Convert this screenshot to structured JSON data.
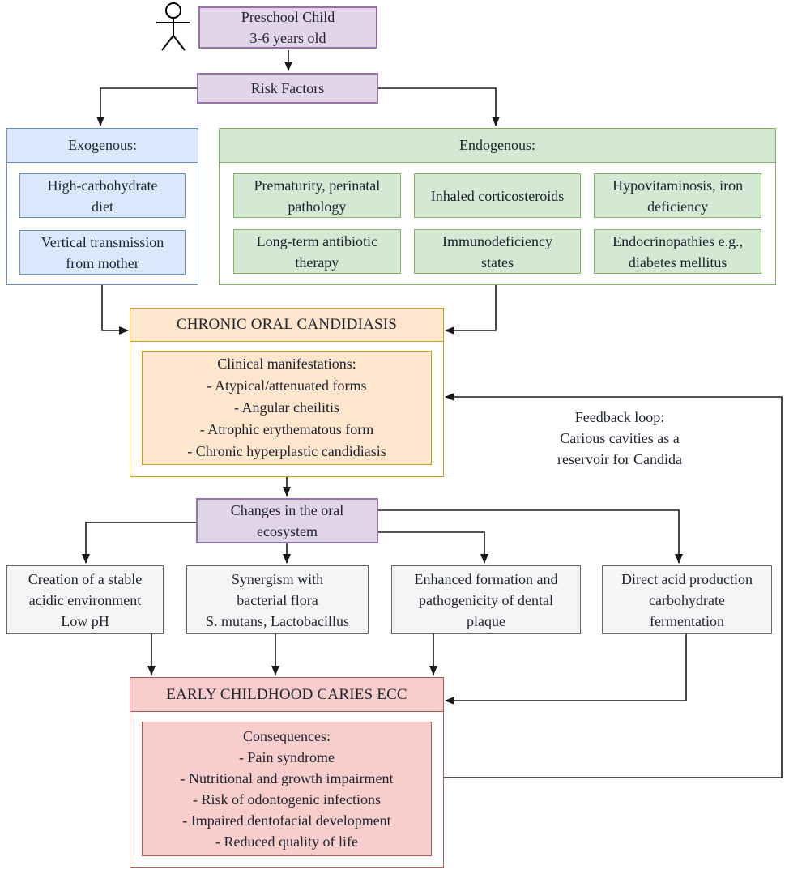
{
  "top": {
    "child_label": "Preschool Child\n3-6 years old",
    "risk_label": "Risk Factors"
  },
  "exogenous": {
    "title": "Exogenous:",
    "items": [
      "High-carbohydrate\ndiet",
      "Vertical transmission\nfrom mother"
    ]
  },
  "endogenous": {
    "title": "Endogenous:",
    "items": [
      "Prematurity, perinatal\npathology",
      "Inhaled corticosteroids",
      "Hypovitaminosis, iron\ndeficiency",
      "Long-term antibiotic\ntherapy",
      "Immunodeficiency\nstates",
      "Endocrinopathies e.g.,\ndiabetes mellitus"
    ]
  },
  "candidiasis": {
    "title": "CHRONIC ORAL CANDIDIASIS",
    "details": "Clinical manifestations:\n- Atypical/attenuated forms\n- Angular cheilitis\n- Atrophic erythematous form\n- Chronic hyperplastic candidiasis"
  },
  "feedback": {
    "label": "Feedback loop:\nCarious cavities as a\nreservoir for Candida"
  },
  "ecosystem": {
    "label": "Changes in the oral\necosystem"
  },
  "mechanisms": [
    "Creation of a stable\nacidic environment\nLow pH",
    "Synergism with\nbacterial flora\nS. mutans, Lactobacillus",
    "Enhanced formation and\npathogenicity of dental\nplaque",
    "Direct acid production\ncarbohydrate\nfermentation"
  ],
  "ecc": {
    "title": "EARLY CHILDHOOD CARIES ECC",
    "details": "Consequences:\n- Pain syndrome\n- Nutritional and growth impairment\n- Risk of odontogenic infections\n- Impaired dentofacial development\n- Reduced quality of life"
  },
  "colors": {
    "purple_fill": "#e1d5e7",
    "purple_border": "#9673a6",
    "blue_fill": "#dae8fc",
    "blue_border": "#6c8ebf",
    "green_fill": "#d5e8d4",
    "green_border": "#82b366",
    "orange_fill": "#ffe6cc",
    "orange_border": "#d79b00",
    "red_fill": "#f8cecc",
    "red_border": "#b85450",
    "gray_fill": "#f5f5f5",
    "gray_border": "#666666",
    "line_color": "#1a1a1a"
  }
}
